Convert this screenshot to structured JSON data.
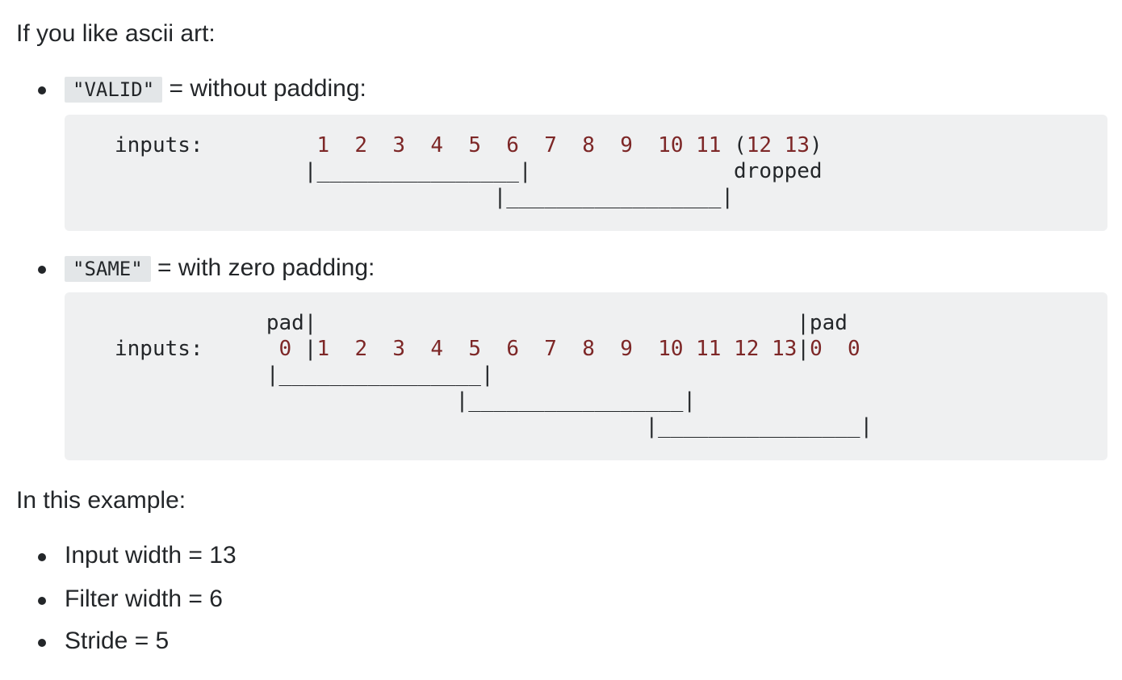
{
  "intro": "If you like ascii art:",
  "options": [
    {
      "code": "\"VALID\"",
      "text": " = without padding:",
      "art": [
        "inputs:         1  2  3  4  5  6  7  8  9  10 11 (12 13)",
        "               |________________|                dropped",
        "                              |_________________|"
      ]
    },
    {
      "code": "\"SAME\"",
      "text": " = with zero padding:",
      "art": [
        "            pad|                                      |pad",
        "inputs:      0 |1  2  3  4  5  6  7  8  9  10 11 12 13|0  0",
        "            |________________|",
        "                           |_________________|",
        "                                          |________________|"
      ]
    }
  ],
  "example_heading": "In this example:",
  "params": [
    "Input width = 13",
    "Filter width = 6",
    "Stride = 5"
  ]
}
